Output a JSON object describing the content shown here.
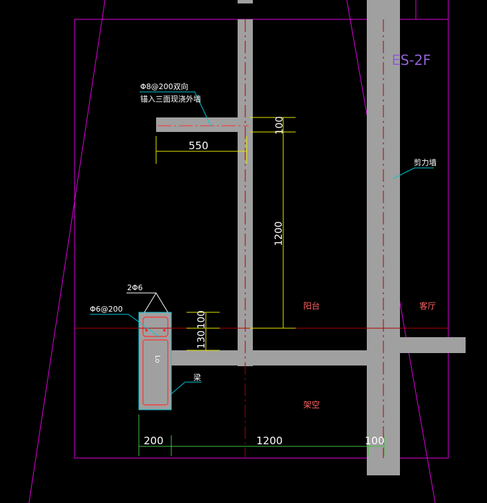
{
  "drawing_tag": "ES-2F",
  "annotations": {
    "rebar_note_line1": "Φ8@200双向",
    "rebar_note_line2": "锚入三面现浇外墙",
    "shear_wall": "剪力墙",
    "stirrup_spec": "Φ6@200",
    "longitudinal_bars": "2Φ6",
    "beam": "梁",
    "beam_section_mark": "Lo"
  },
  "rooms": {
    "balcony": "阳台",
    "living_room": "客厅",
    "overhead": "架空"
  },
  "dimensions": {
    "slab_length": "550",
    "top_thickness": "100",
    "wall_height": "1200",
    "beam_top": "100",
    "beam_depth": "130",
    "bottom_left": "200",
    "bottom_mid": "1200",
    "bottom_right": "100"
  },
  "colors": {
    "background": "#000000",
    "wall_fill": "#a0a0a0",
    "boundary": "#e000e0",
    "dimension": "#e8e800",
    "leader": "#00c8d8",
    "axis": "#b00000",
    "room_text": "#ff6060",
    "rebar": "#ff3030",
    "annotation": "#ffffff",
    "tag": "#9060d0"
  }
}
